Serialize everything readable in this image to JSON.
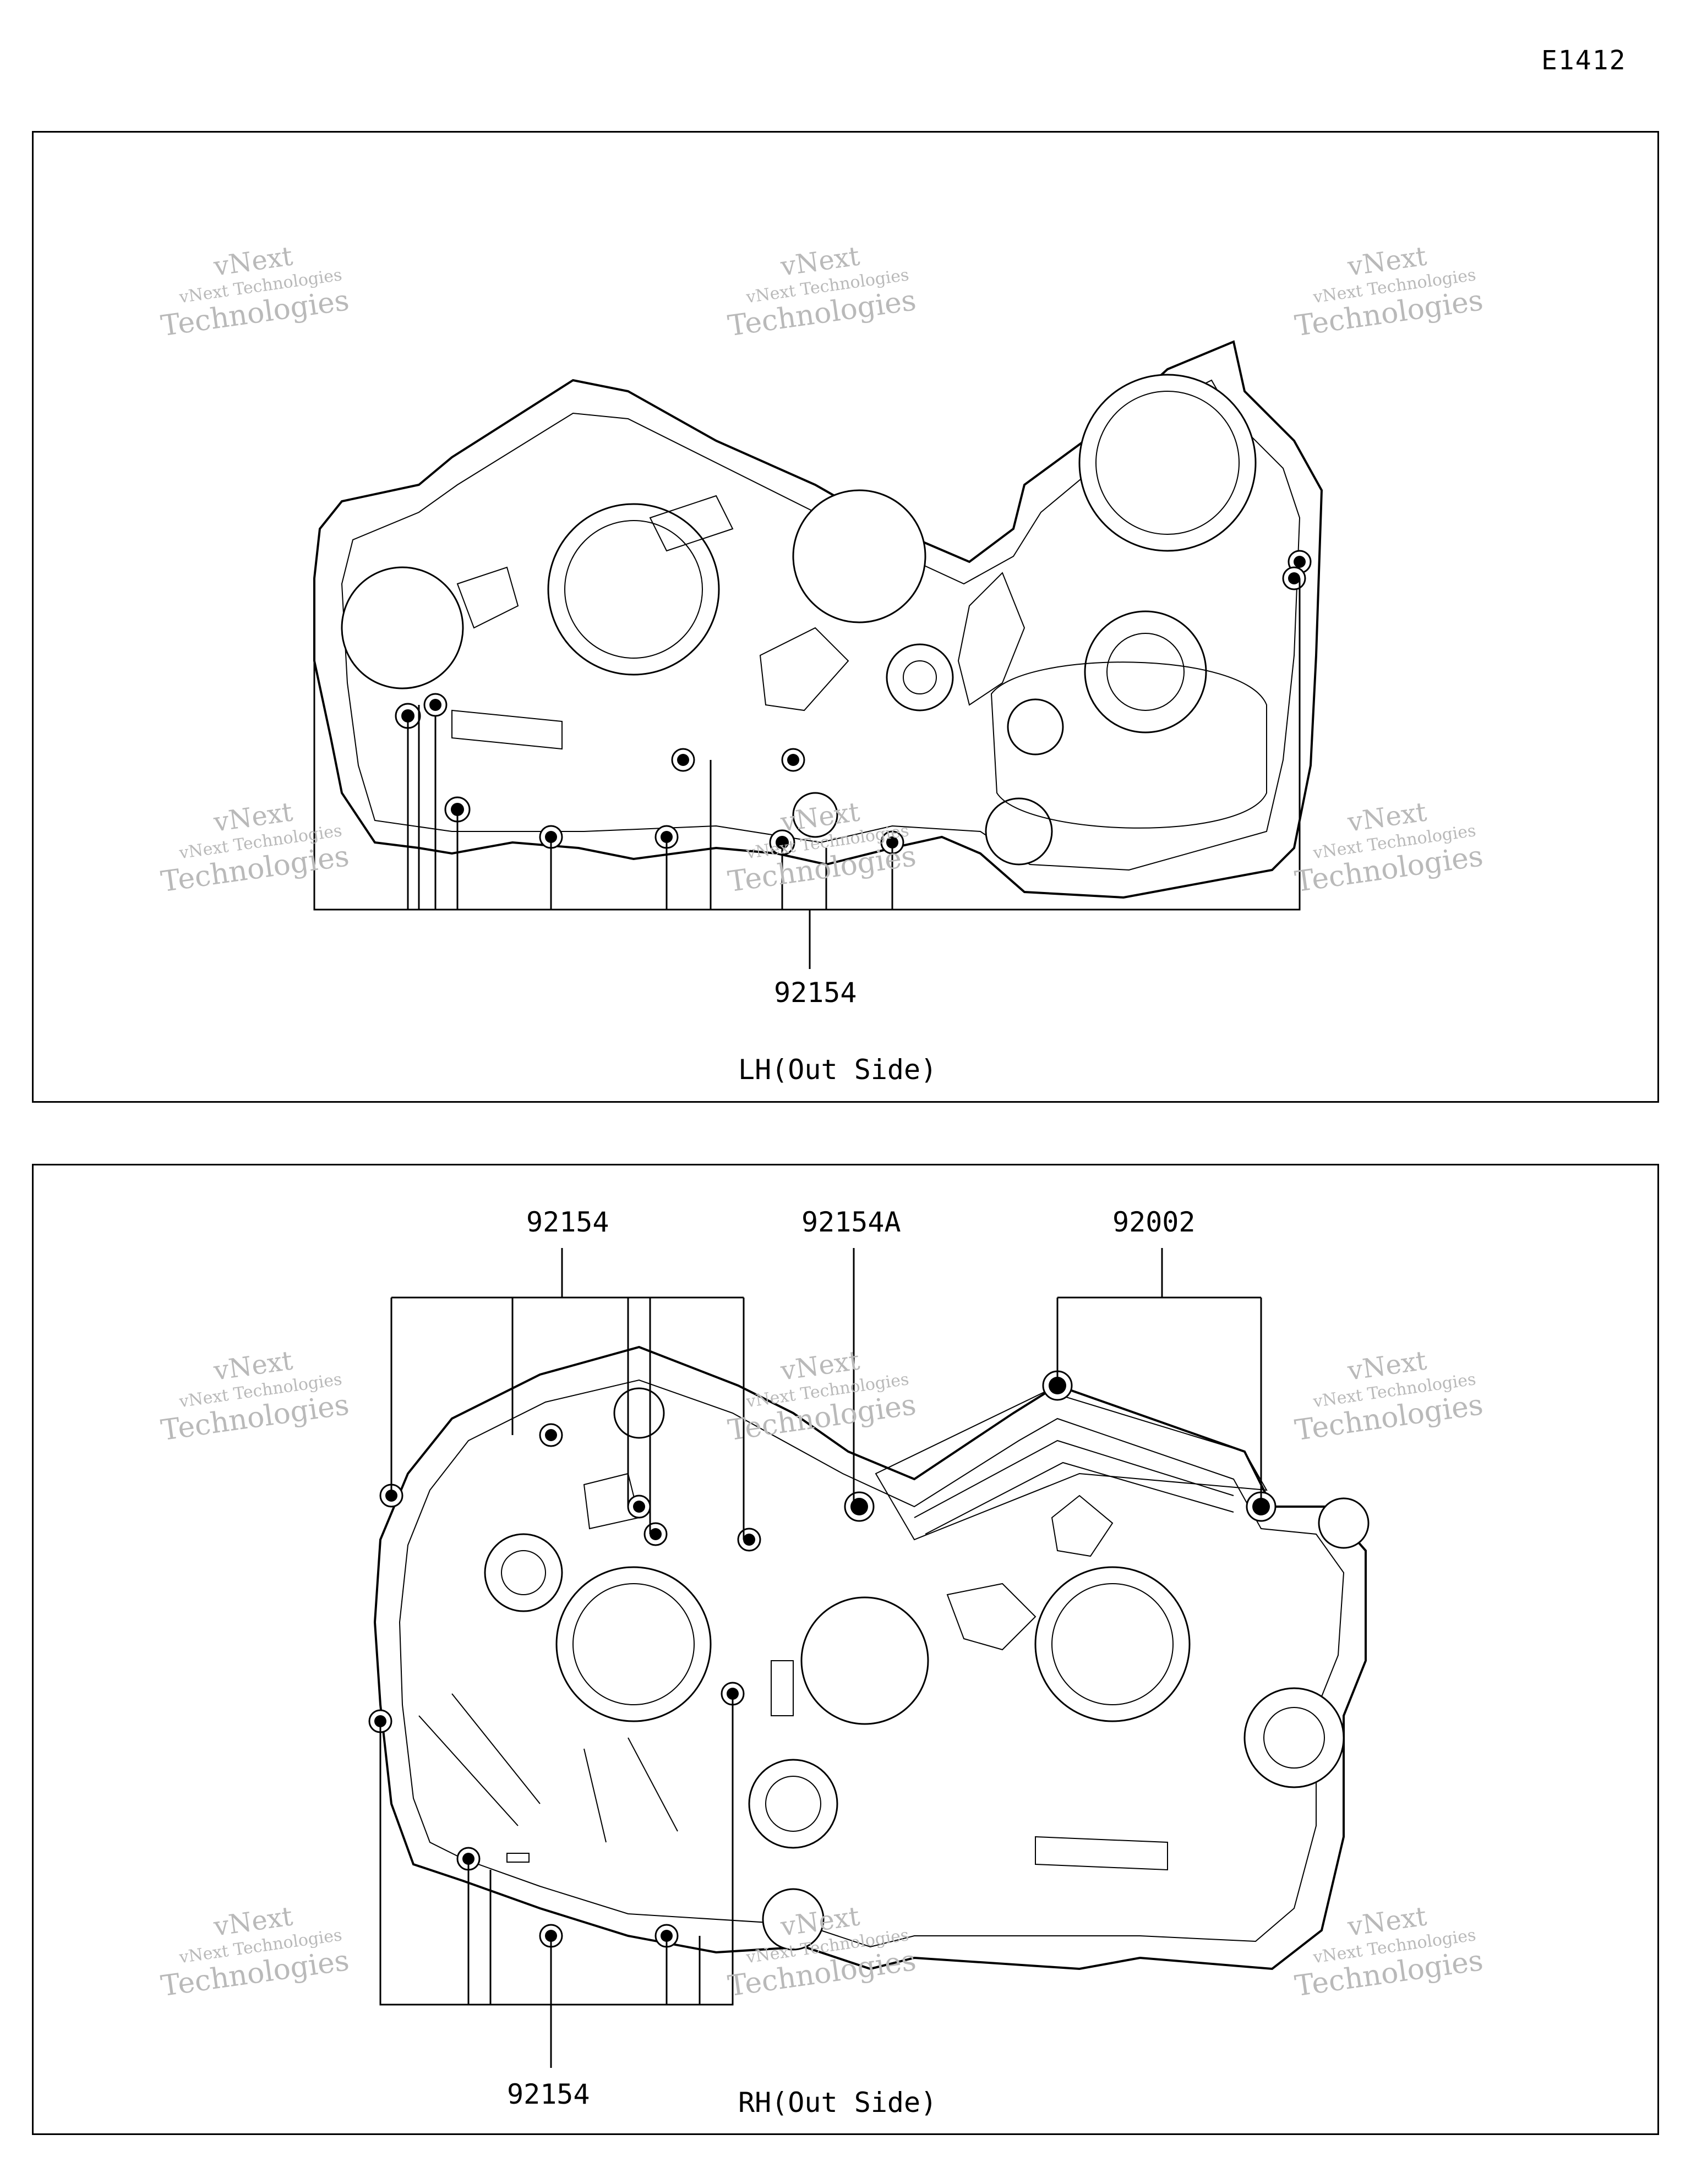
{
  "page": {
    "code": "E1412"
  },
  "watermark": {
    "line1": "vNext Technologies",
    "line2": "vNext",
    "line3": "Technologies"
  },
  "lh_panel": {
    "caption": "LH(Out Side)",
    "callouts": [
      {
        "part_number": "92154"
      }
    ]
  },
  "rh_panel": {
    "caption": "RH(Out Side)",
    "callouts": [
      {
        "part_number": "92154"
      },
      {
        "part_number": "92154A"
      },
      {
        "part_number": "92002"
      },
      {
        "part_number": "92154"
      }
    ]
  },
  "colors": {
    "line": "#000000",
    "background": "#ffffff",
    "watermark": "#b9b9b9"
  },
  "icons": {
    "bolt": "bolt-icon",
    "crankcase": "crankcase-drawing"
  }
}
